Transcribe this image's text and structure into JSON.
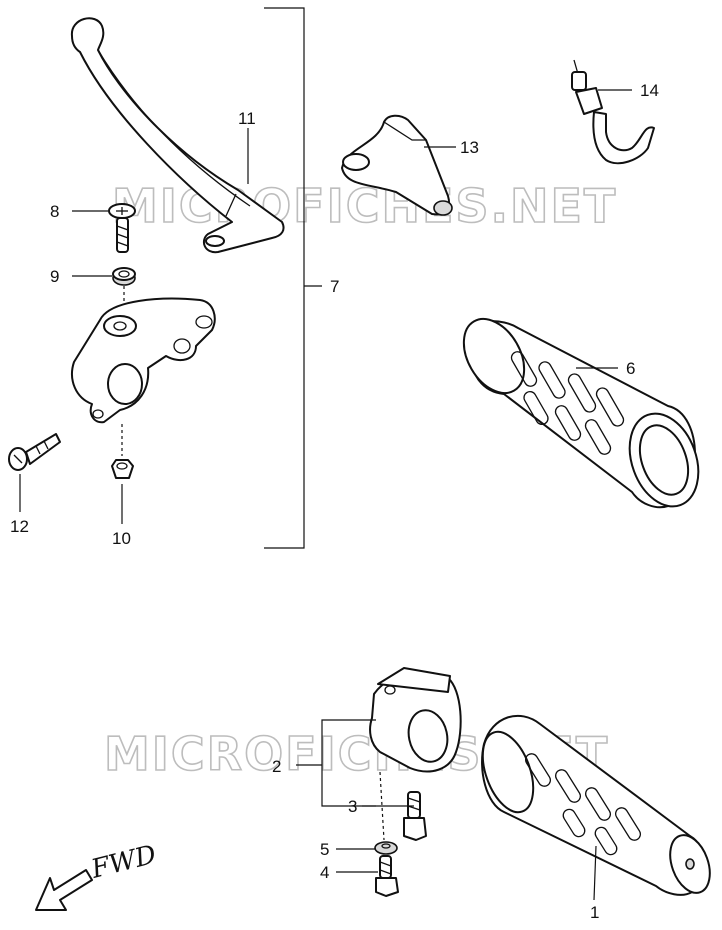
{
  "diagram": {
    "watermark": "MICROFICHES.NET",
    "direction_label": "FWD",
    "callouts": {
      "p1": "1",
      "p2": "2",
      "p3": "3",
      "p4": "4",
      "p5": "5",
      "p6": "6",
      "p7": "7",
      "p8": "8",
      "p9": "9",
      "p10": "10",
      "p11": "11",
      "p12": "12",
      "p13": "13",
      "p14": "14"
    }
  }
}
